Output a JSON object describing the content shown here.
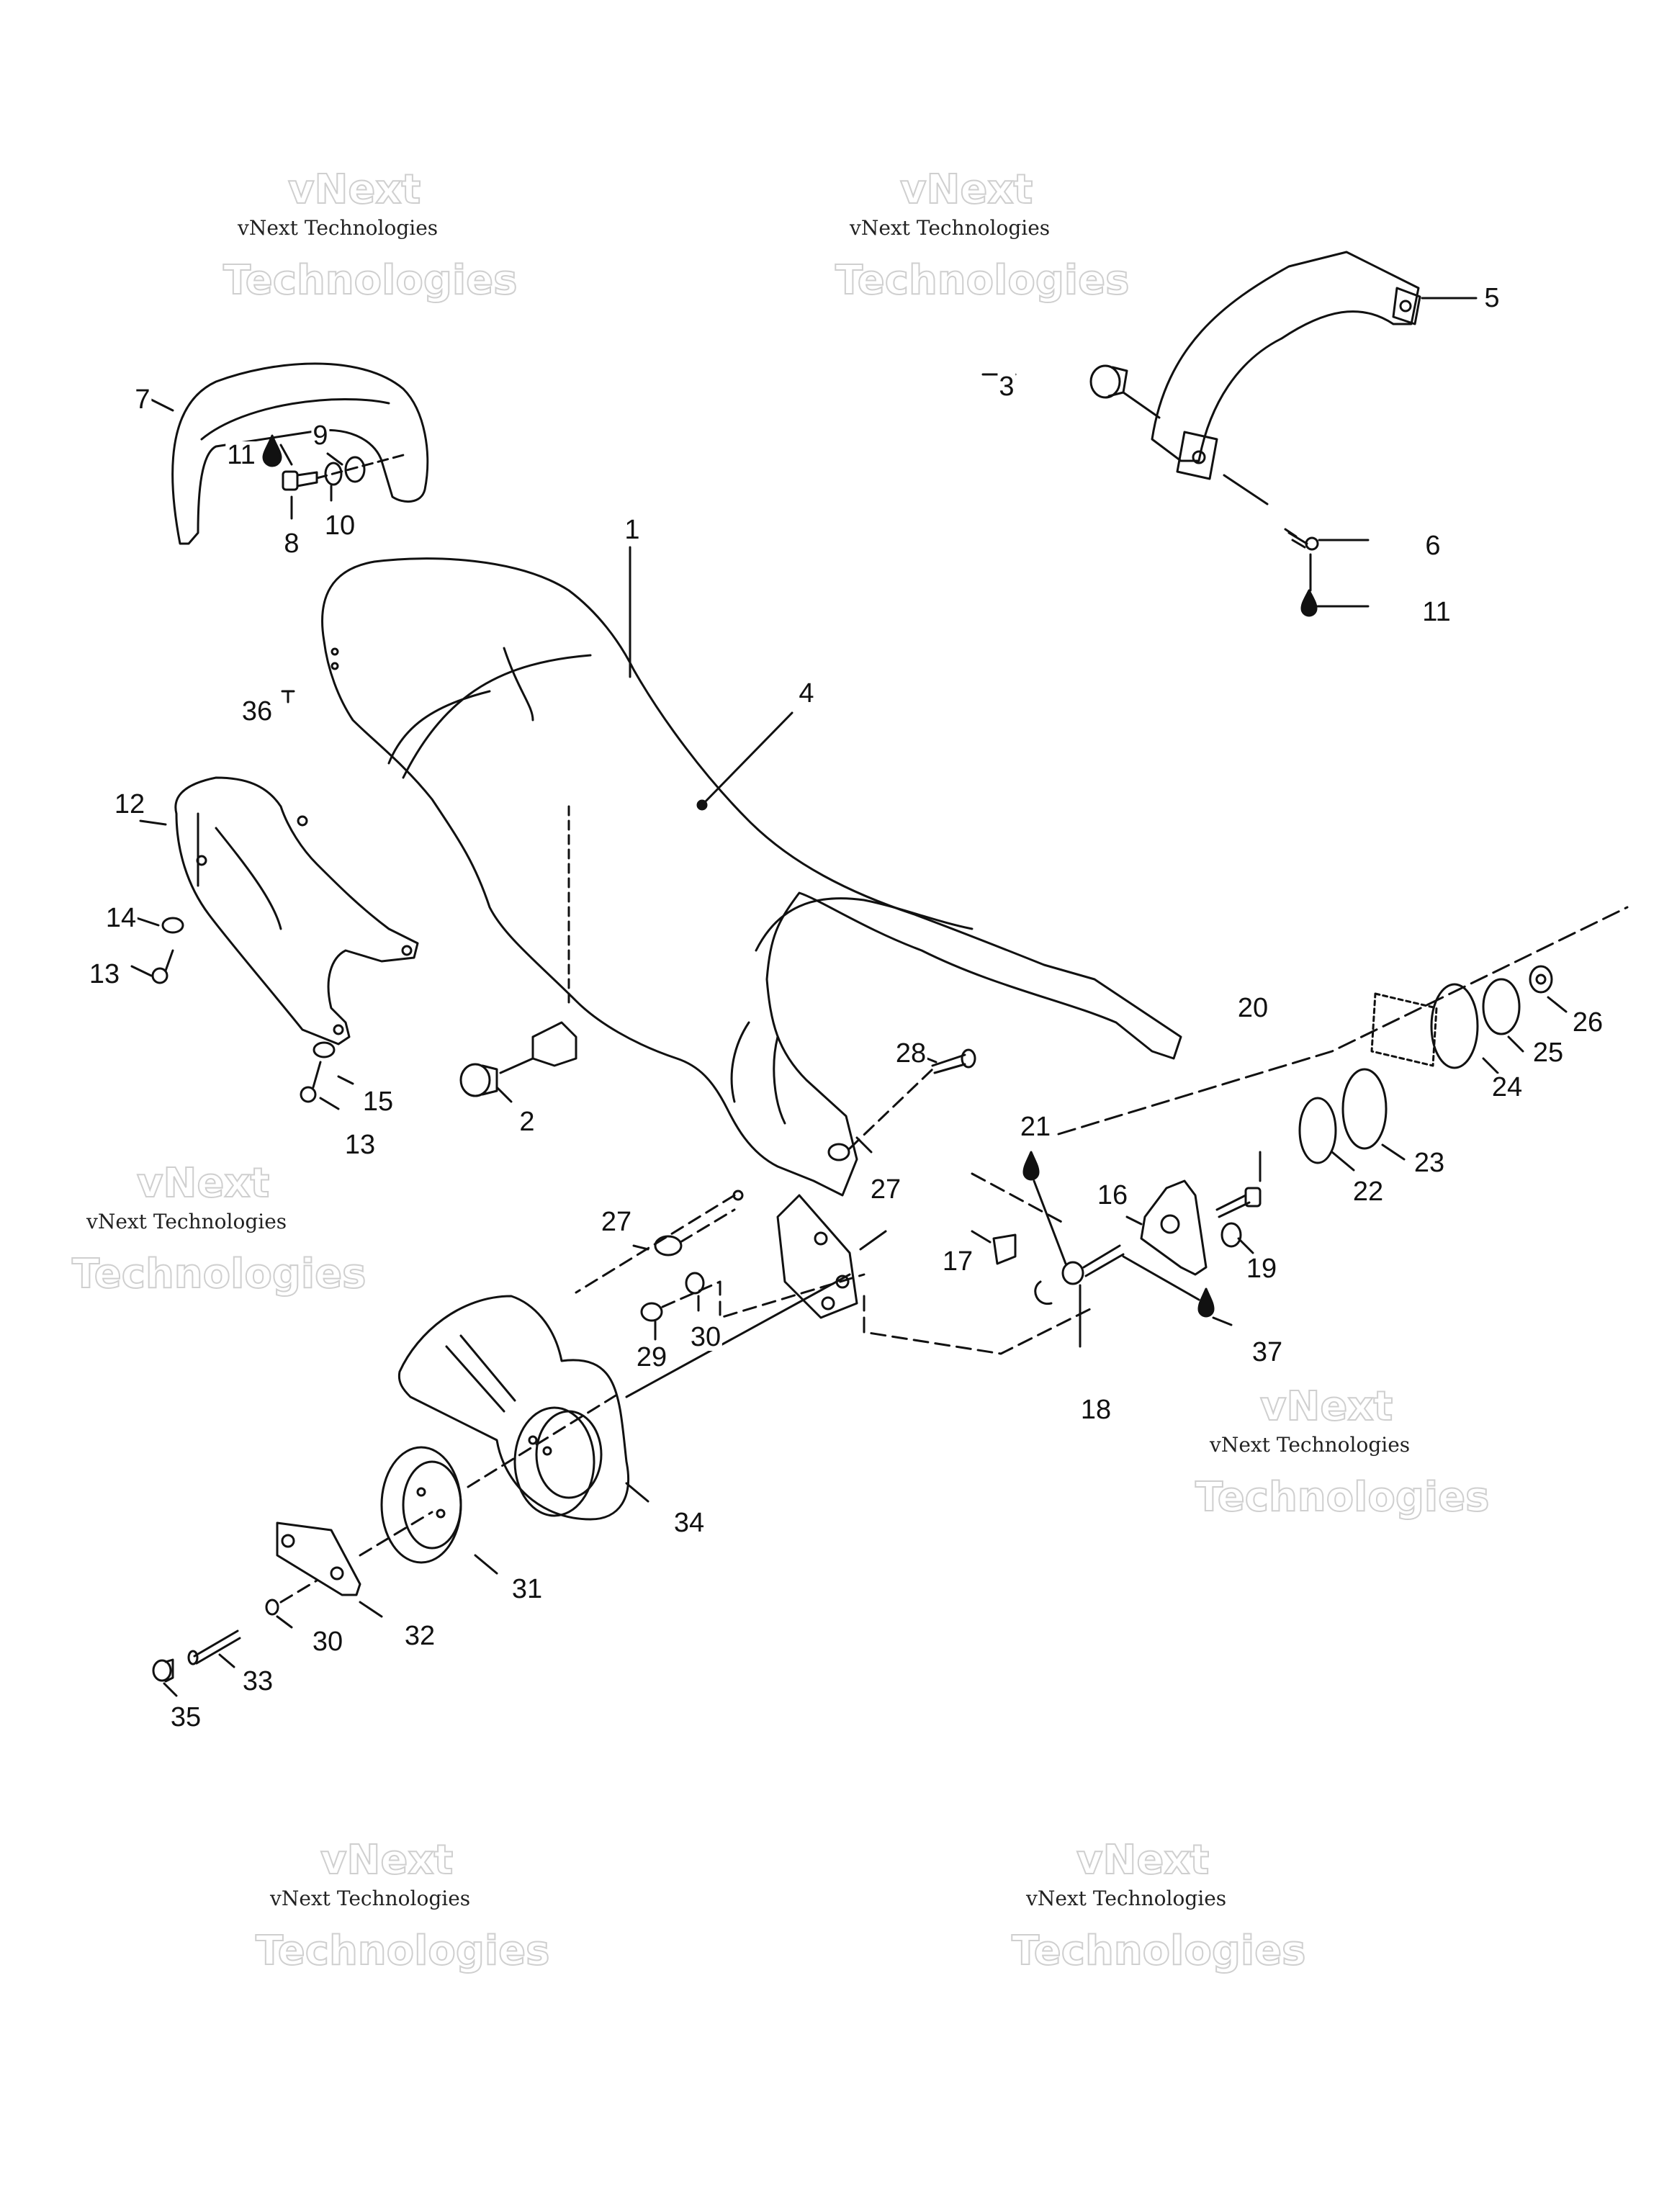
{
  "diagram": {
    "title": "Seat / Frame Exploded Parts Diagram",
    "watermark": {
      "serif_text": "vNext Technologies",
      "outline_line1": "vNext",
      "outline_line2": "Technologies"
    },
    "callouts": [
      {
        "id": "c1",
        "label": "1"
      },
      {
        "id": "c2",
        "label": "2"
      },
      {
        "id": "c3",
        "label": "3"
      },
      {
        "id": "c4",
        "label": "4"
      },
      {
        "id": "c5",
        "label": "5"
      },
      {
        "id": "c6",
        "label": "6"
      },
      {
        "id": "c7",
        "label": "7"
      },
      {
        "id": "c8",
        "label": "8"
      },
      {
        "id": "c9",
        "label": "9"
      },
      {
        "id": "c10",
        "label": "10"
      },
      {
        "id": "c11a",
        "label": "11"
      },
      {
        "id": "c11b",
        "label": "11"
      },
      {
        "id": "c12",
        "label": "12"
      },
      {
        "id": "c13a",
        "label": "13"
      },
      {
        "id": "c13b",
        "label": "13"
      },
      {
        "id": "c14",
        "label": "14"
      },
      {
        "id": "c15",
        "label": "15"
      },
      {
        "id": "c16",
        "label": "16"
      },
      {
        "id": "c17",
        "label": "17"
      },
      {
        "id": "c18",
        "label": "18"
      },
      {
        "id": "c19",
        "label": "19"
      },
      {
        "id": "c20",
        "label": "20"
      },
      {
        "id": "c21",
        "label": "21"
      },
      {
        "id": "c22",
        "label": "22"
      },
      {
        "id": "c23",
        "label": "23"
      },
      {
        "id": "c24",
        "label": "24"
      },
      {
        "id": "c25",
        "label": "25"
      },
      {
        "id": "c26",
        "label": "26"
      },
      {
        "id": "c27a",
        "label": "27"
      },
      {
        "id": "c27b",
        "label": "27"
      },
      {
        "id": "c28",
        "label": "28"
      },
      {
        "id": "c29",
        "label": "29"
      },
      {
        "id": "c30a",
        "label": "30"
      },
      {
        "id": "c30b",
        "label": "30"
      },
      {
        "id": "c31",
        "label": "31"
      },
      {
        "id": "c32",
        "label": "32"
      },
      {
        "id": "c33",
        "label": "33"
      },
      {
        "id": "c34",
        "label": "34"
      },
      {
        "id": "c35",
        "label": "35"
      },
      {
        "id": "c36",
        "label": "36"
      },
      {
        "id": "c37",
        "label": "37"
      }
    ],
    "colors": {
      "line": "#111111",
      "background": "#ffffff",
      "watermark_outline": "#cfcfcf"
    }
  }
}
